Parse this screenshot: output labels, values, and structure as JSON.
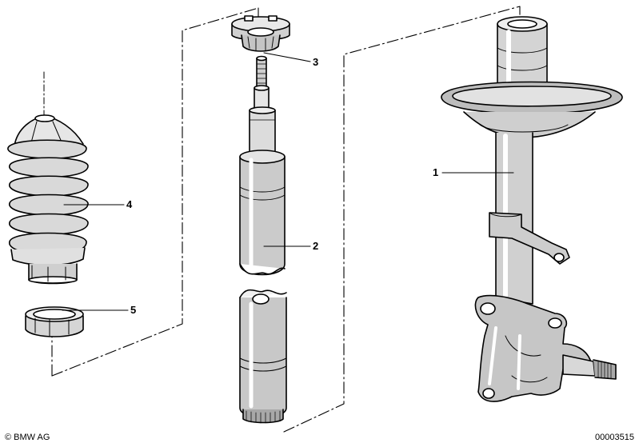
{
  "colors": {
    "ink": "#000000",
    "shade": "#bfbfbf",
    "shade_dark": "#8a8a8a",
    "paper": "#ffffff"
  },
  "parts": [
    {
      "id": "1",
      "label": "1",
      "name": "strut-tube"
    },
    {
      "id": "2",
      "label": "2",
      "name": "shock-absorber-insert"
    },
    {
      "id": "3",
      "label": "3",
      "name": "threaded-ring-nut"
    },
    {
      "id": "4",
      "label": "4",
      "name": "protective-bellows"
    },
    {
      "id": "5",
      "label": "5",
      "name": "bump-ring"
    }
  ],
  "footer": {
    "copyright": "© BMW AG",
    "image_number": "00003515"
  }
}
